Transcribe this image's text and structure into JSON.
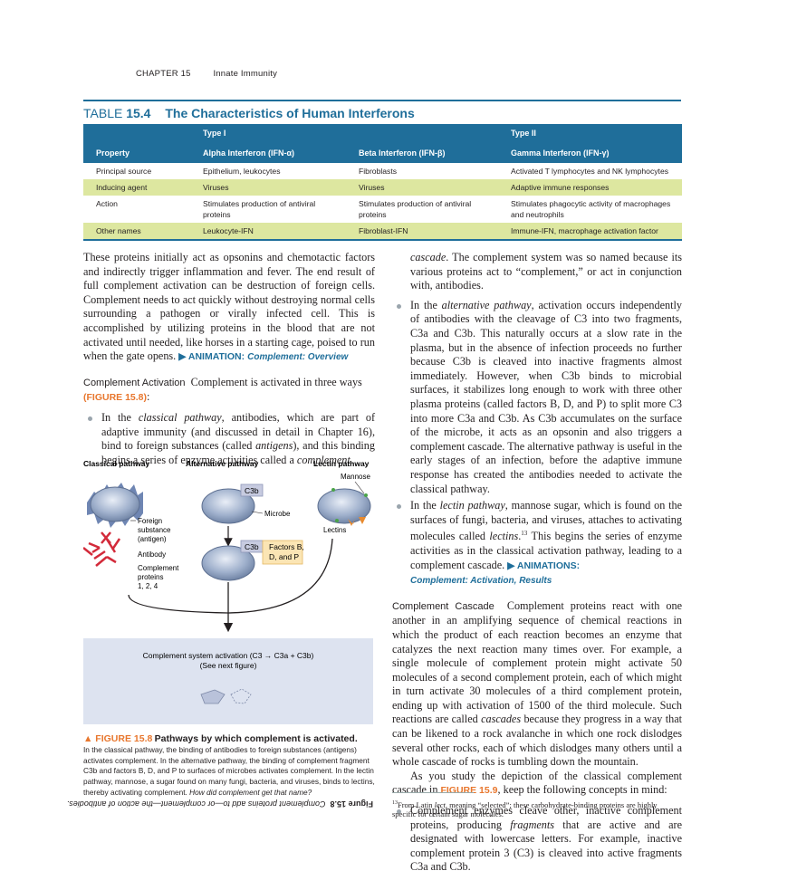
{
  "running_head": {
    "chapter": "CHAPTER 15",
    "title": "Innate Immunity"
  },
  "table": {
    "label": "TABLE",
    "number": "15.4",
    "title": "The Characteristics of Human Interferons",
    "group_headers": [
      "",
      "Type I",
      "",
      "Type II"
    ],
    "columns": [
      "Property",
      "Alpha Interferon (IFN-α)",
      "Beta Interferon (IFN-β)",
      "Gamma Interferon (IFN-γ)"
    ],
    "rows": [
      [
        "Principal source",
        "Epithelium, leukocytes",
        "Fibroblasts",
        "Activated T lymphocytes and NK lymphocytes"
      ],
      [
        "Inducing agent",
        "Viruses",
        "Viruses",
        "Adaptive immune responses"
      ],
      [
        "Action",
        "Stimulates production of antiviral proteins",
        "Stimulates production of antiviral proteins",
        "Stimulates phagocytic activity of macrophages and neutrophils"
      ],
      [
        "Other names",
        "Leukocyte-IFN",
        "Fibroblast-IFN",
        "Immune-IFN, macrophage activation factor"
      ]
    ]
  },
  "left_col": {
    "p1": "These proteins initially act as opsonins and chemotactic factors and indirectly trigger inflammation and fever. The end result of full complement activation can be destruction of foreign cells. Complement needs to act quickly without destroying normal cells surrounding a pathogen or virally infected cell. This is accomplished by utilizing proteins in the blood that are not activated until needed, like horses in a starting cage, poised to run when the gate opens.",
    "p1_anim": "▶ ANIMATION:",
    "p1_anim_link": "Complement: Overview",
    "h_activation": "Complement Activation",
    "p2_a": "Complement is activated in three ways",
    "p2_fig": "(FIGURE 15.8)",
    "p2_b": ":",
    "b1_a": "In the ",
    "b1_term": "classical pathway",
    "b1_b": ", antibodies, which are part of adaptive immunity (and discussed in detail in Chapter 16), bind to foreign substances (called ",
    "b1_term2": "antigens",
    "b1_c": "), and this binding begins a series of enzyme activities called a ",
    "b1_term3": "complement"
  },
  "figure": {
    "pathway_labels": [
      "Classical pathway",
      "Alternative pathway",
      "Lectin pathway"
    ],
    "labels": {
      "c3b_top": "C3b",
      "microbe": "Microbe",
      "mannose": "Mannose",
      "lectins": "Lectins",
      "foreign1": "Foreign",
      "foreign2": "substance",
      "foreign3": "(antigen)",
      "antibody": "Antibody",
      "comp1": "Complement",
      "comp2": "proteins",
      "comp3": "1, 2, 4",
      "c3b_low": "C3b",
      "factors1": "Factors B,",
      "factors2": "D, and P",
      "activation": "Complement system activation (C3 → C3a + C3b)",
      "see_next": "(See next figure)"
    },
    "caption_fig": "▲ FIGURE  15.8",
    "caption_title": "Pathways by which complement is activated.",
    "caption_body_1": "In the classical pathway, the binding of antibodies to foreign substances (antigens) activates complement. In the alternative pathway, the binding of complement fragment C3b and factors B, D, and P to surfaces of microbes activates complement. In the lectin pathway, mannose, a sugar found on many fungi, bacteria, and viruses, binds to lectins, thereby activating complement.",
    "caption_question": "How did complement get that name?",
    "answer_label": "Figure 15.8",
    "answer_text": "Complement proteins add to—or complement—the action of antibodies."
  },
  "right_col": {
    "p_cont_term": "cascade",
    "p_cont": ". The complement system was so named because its various proteins act to “complement,” or act in conjunction with, antibodies.",
    "b2_a": "In the ",
    "b2_term": "alternative pathway",
    "b2_b": ", activation occurs independently of antibodies with the cleavage of C3 into two fragments, C3a and C3b. This naturally occurs at a slow rate in the plasma, but in the absence of infection proceeds no further because C3b is cleaved into inactive fragments almost immediately. However, when C3b binds to microbial surfaces, it stabilizes long enough to work with three other plasma proteins (called factors B, D, and P) to split more C3 into more C3a and C3b. As C3b accumulates on the surface of the microbe, it acts as an opsonin and also triggers a complement cascade. The alternative pathway is useful in the early stages of an infection, before the adaptive immune response has created the antibodies needed to activate the classical pathway.",
    "b3_a": "In the ",
    "b3_term": "lectin pathway",
    "b3_b": ", mannose sugar, which is found on the surfaces of fungi, bacteria, and viruses, attaches to activating molecules called ",
    "b3_term2": "lectins",
    "b3_sup": "13",
    "b3_c": " This begins the series of enzyme activities as in the classical activation pathway, leading to a complement cascade.",
    "b3_anim": "▶ ANIMATIONS:",
    "b3_anim_link": "Complement: Activation, Results",
    "h_cascade": "Complement Cascade",
    "p3": "Complement proteins react with one another in an amplifying sequence of chemical reactions in which the product of each reaction becomes an enzyme that catalyzes the next reaction many times over. For example, a single molecule of complement protein might activate 50 molecules of a second complement protein, each of which might in turn activate 30 molecules of a third complement protein, ending up with activation of 1500 of the third molecule. Such reactions are called ",
    "p3_term": "cascades",
    "p3_b": " because they progress in a way that can be likened to a rock avalanche in which one rock dislodges several other rocks, each of which dislodges many others until a whole cascade of rocks is tumbling down the mountain.",
    "p4_a": "As you study the depiction of the classical complement cascade in ",
    "p4_fig": "FIGURE 15.9",
    "p4_b": ", keep the following concepts in mind:",
    "b4_a": "Complement enzymes cleave other, inactive complement proteins, producing ",
    "b4_term": "fragments",
    "b4_b": " that are active and are designated with lowercase letters. For example, inactive complement protein 3 (C3) is cleaved into active fragments C3a and C3b."
  },
  "footnote": {
    "num": "13",
    "text_a": "From Latin ",
    "latin": "lect",
    "text_b": ", meaning “selected”; these carbohydrate-binding proteins are highly specific for certain sugar molecules."
  }
}
